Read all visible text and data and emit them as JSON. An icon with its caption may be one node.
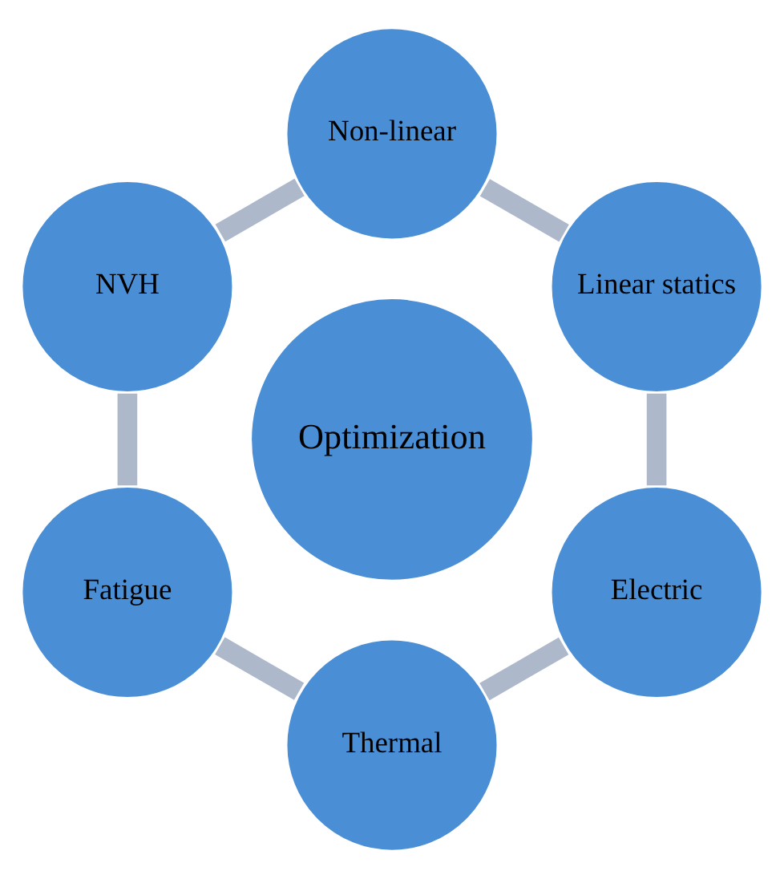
{
  "diagram": {
    "nodes": [
      {
        "text": [
          "Linear statics"
        ]
      },
      {
        "text": [
          "Non-linear"
        ]
      },
      {
        "text": [
          "NVH"
        ]
      },
      {
        "text": [
          "Fatigue"
        ]
      },
      {
        "text": [
          "Thermal"
        ]
      },
      {
        "text": [
          "Electric"
        ]
      },
      {
        "text": [
          "Optimization"
        ]
      }
    ],
    "edges": [
      {
        "from": 0,
        "to": 1,
        "arrow": "none"
      },
      {
        "from": 1,
        "to": 2,
        "arrow": "none"
      },
      {
        "from": 2,
        "to": 3,
        "arrow": "none"
      },
      {
        "from": 3,
        "to": 4,
        "arrow": "none"
      },
      {
        "from": 4,
        "to": 5,
        "arrow": "none"
      },
      {
        "from": 5,
        "to": 0,
        "arrow": "none"
      }
    ]
  }
}
